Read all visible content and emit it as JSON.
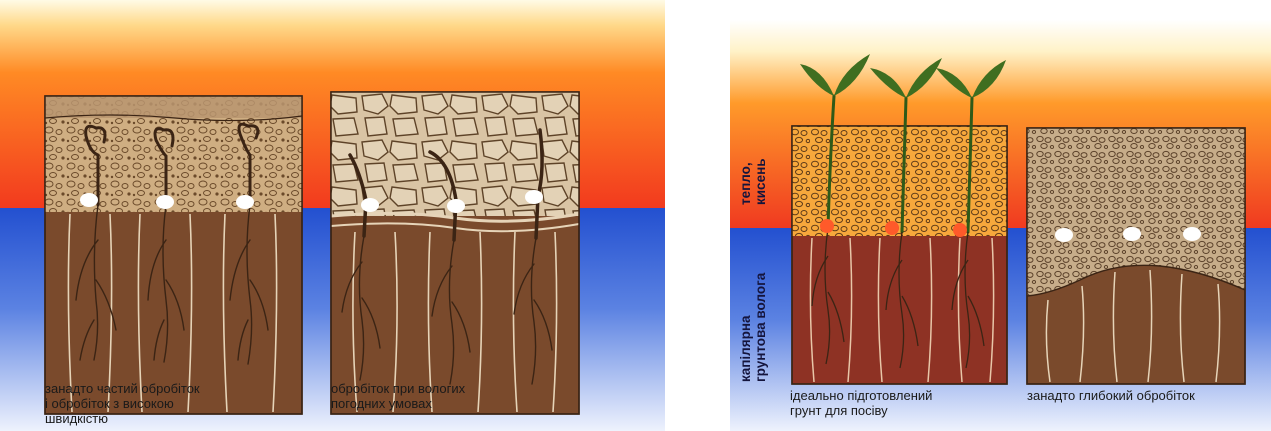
{
  "left_figure": {
    "scenarios": [
      {
        "caption": "занадто частий обробіток\nі обробіток з високою\nшвидкістю"
      },
      {
        "caption": "обробіток при вологих\nпогодних умовах"
      }
    ]
  },
  "right_figure": {
    "side_labels": {
      "top": "тепло,\nкисень",
      "bottom": "капілярна\nгрунтова волога"
    },
    "scenarios": [
      {
        "caption": "ідеально підготовлений\nгрунт для посіву"
      },
      {
        "caption": "занадто глибокий обробіток"
      }
    ]
  },
  "colors": {
    "sky_top": "#fff7d0",
    "sky_orange": "#ff8a24",
    "sky_red": "#f0361f",
    "water_blue": "#2d5fd6",
    "water_light": "#c6d4f4",
    "topsoil": "#c8a77a",
    "subsoil": "#7a4a2c",
    "ideal_seedbed": "#f7a43a",
    "ideal_subsoil": "#8e3224",
    "plant_green": "#2f5a18",
    "root_dark": "#3b2414",
    "seed": "#ffffff"
  }
}
